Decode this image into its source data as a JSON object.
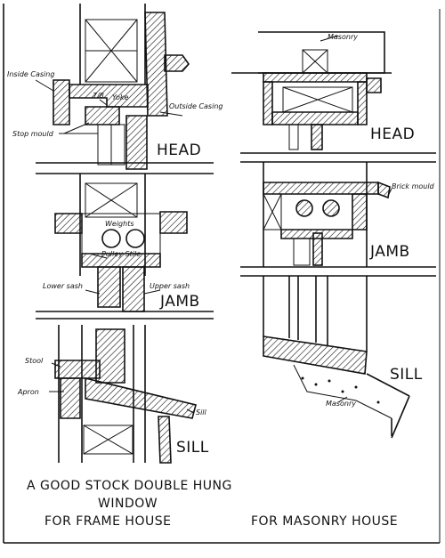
{
  "frame_house": {
    "head_title": "HEAD",
    "jamb_title": "JAMB",
    "sill_title": "SILL",
    "labels": {
      "inside_casing": "Inside Casing",
      "yoke": "Yoke",
      "yoke_dim": "7/8",
      "outside_casing": "Outside Casing",
      "stop_mould": "Stop mould",
      "weights": "Weights",
      "pulley_stile": "Pulley Stile",
      "lower_sash": "Lower sash",
      "upper_sash": "Upper sash",
      "stool": "Stool",
      "apron": "Apron",
      "sill": "Sill"
    }
  },
  "masonry_house": {
    "head_title": "HEAD",
    "jamb_title": "JAMB",
    "sill_title": "SILL",
    "labels": {
      "masonry_top": "Masonry",
      "brick_mould": "Brick mould",
      "masonry_bottom": "Masonry"
    }
  },
  "caption": {
    "line1": "A GOOD STOCK DOUBLE HUNG",
    "line2": "WINDOW",
    "line3_left": "FOR FRAME HOUSE",
    "line3_right": "FOR MASONRY HOUSE"
  }
}
